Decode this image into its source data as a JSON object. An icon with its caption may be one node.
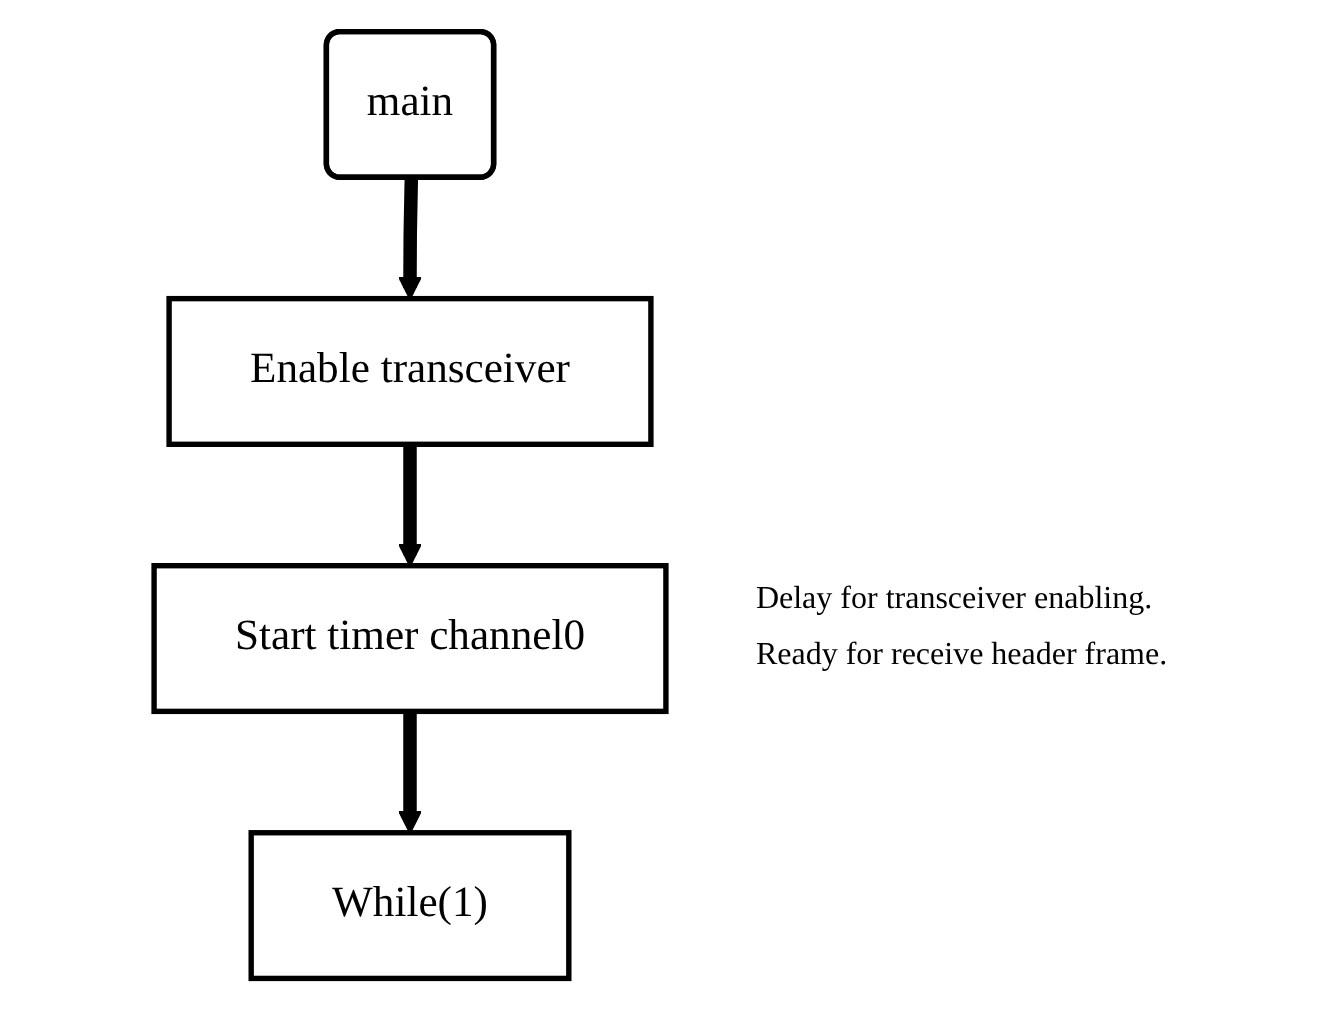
{
  "diagram": {
    "nodes": [
      {
        "text": [
          "main"
        ]
      },
      {
        "text": [
          "Enable transceiver"
        ]
      },
      {
        "text": [
          "Start timer channel0"
        ],
        "beside": [
          "Delay for transceiver enabling.",
          "Ready for receive header frame."
        ]
      },
      {
        "text": [
          "While(1)"
        ]
      }
    ],
    "edges": [
      {
        "from": 0,
        "to": 1,
        "arrow": "to"
      },
      {
        "from": 1,
        "to": 2,
        "arrow": "to"
      },
      {
        "from": 2,
        "to": 3,
        "arrow": "to"
      }
    ]
  }
}
